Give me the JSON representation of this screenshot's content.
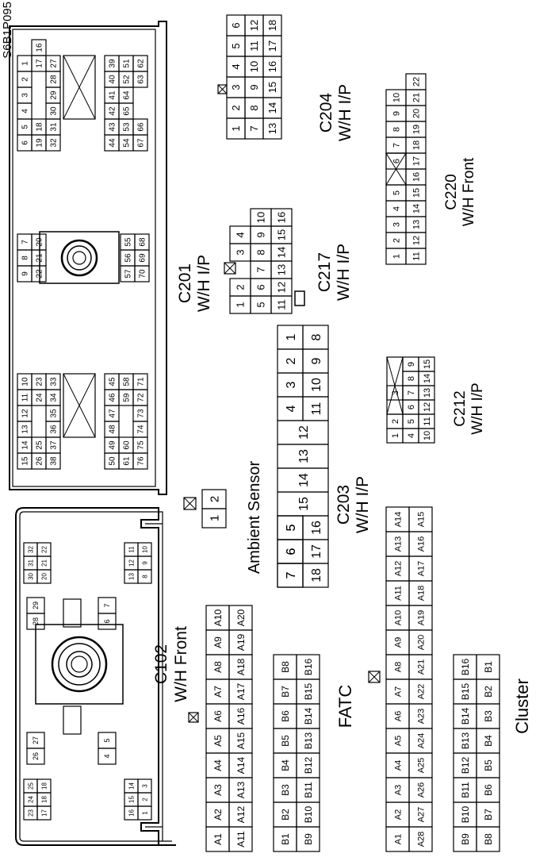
{
  "figure_code": "S6B1P095",
  "connectors": [
    {
      "title": "C102",
      "subtitle": "W/H Front",
      "groups": [
        {
          "rows": [
            [
              "23",
              "24",
              "25"
            ],
            [
              "17",
              "18",
              "18"
            ]
          ]
        },
        {
          "rows": [
            [
              "16",
              "15",
              "14"
            ],
            [
              "1",
              "2",
              "3"
            ]
          ]
        },
        {
          "rows": [
            [
              "26",
              "27"
            ]
          ]
        },
        {
          "rows": [
            [
              "4",
              "5"
            ]
          ]
        },
        {
          "rows": [
            [
              "28",
              "29"
            ]
          ]
        },
        {
          "rows": [
            [
              "6",
              "7"
            ]
          ]
        },
        {
          "rows": [
            [
              "30",
              "31",
              "32"
            ],
            [
              "20",
              "21",
              "22"
            ]
          ]
        },
        {
          "rows": [
            [
              "13",
              "12",
              "11"
            ],
            [
              "8",
              "9",
              "10"
            ]
          ]
        }
      ]
    },
    {
      "title": "C201",
      "subtitle": "W/H I/P",
      "groups": [
        {
          "rows": [
            [
              "15",
              "14",
              "13",
              "12",
              "11",
              "10"
            ],
            [
              "26",
              "25",
              "",
              "",
              "24",
              "23"
            ],
            [
              "38",
              "37",
              "36",
              "35",
              "34",
              "33"
            ]
          ]
        },
        {
          "rows": [
            [
              "9",
              "8",
              "7"
            ],
            [
              "22",
              "21",
              "20"
            ]
          ]
        },
        {
          "rows": [
            [
              "6",
              "5",
              "4",
              "3",
              "2",
              "1"
            ],
            [
              "19",
              "18",
              "",
              "",
              "",
              "17",
              "16"
            ],
            [
              "32",
              "31",
              "30",
              "29",
              "28",
              "27"
            ]
          ]
        },
        {
          "rows": [
            [
              "50",
              "49",
              "48",
              "47",
              "46",
              "45"
            ],
            [
              "61",
              "60",
              "",
              "",
              "59",
              "58"
            ],
            [
              "76",
              "75",
              "74",
              "73",
              "72",
              "71"
            ]
          ]
        },
        {
          "rows": [
            [
              "57",
              "56",
              "55"
            ],
            [
              "70",
              "69",
              "68"
            ]
          ]
        },
        {
          "rows": [
            [
              "44",
              "43",
              "42",
              "41",
              "40",
              "39"
            ],
            [
              "54",
              "53",
              "65",
              "64",
              "52",
              "51"
            ],
            [
              "67",
              "66",
              "",
              "",
              "63",
              "62"
            ]
          ]
        }
      ]
    },
    {
      "title": "C204",
      "subtitle": "W/H I/P",
      "rows": [
        [
          "1",
          "2",
          "3",
          "4",
          "5",
          "6"
        ],
        [
          "7",
          "8",
          "9",
          "10",
          "11",
          "12"
        ],
        [
          "13",
          "14",
          "15",
          "16",
          "17",
          "18"
        ]
      ]
    },
    {
      "title": "C217",
      "subtitle": "W/H I/P",
      "rows": [
        [
          "1",
          "2",
          "",
          "3",
          "4"
        ],
        [
          "5",
          "6",
          "7",
          "8",
          "9",
          "10"
        ],
        [
          "11",
          "12",
          "13",
          "14",
          "15",
          "16"
        ]
      ]
    },
    {
      "title": "C220",
      "subtitle": "W/H Front",
      "rows": [
        [
          "1",
          "2",
          "3",
          "4",
          "5",
          "",
          "6",
          "7",
          "8",
          "9",
          "10"
        ],
        [
          "11",
          "12",
          "13",
          "14",
          "15",
          "16",
          "17",
          "18",
          "19",
          "20",
          "21",
          "22"
        ]
      ]
    },
    {
      "title": "Ambient Sensor",
      "subtitle": "",
      "rows": [
        [
          "1",
          "2"
        ]
      ]
    },
    {
      "title": "C203",
      "subtitle": "W/H I/P",
      "rows": [
        [
          "7",
          "6",
          "5",
          "",
          "15",
          "14",
          "13",
          "12",
          "4",
          "3",
          "2",
          "1"
        ],
        [
          "18",
          "17",
          "16",
          "",
          "",
          "",
          "",
          "",
          "11",
          "10",
          "9",
          "8"
        ]
      ]
    },
    {
      "title": "C212",
      "subtitle": "W/H I/P",
      "rows": [
        [
          "1",
          "2",
          "",
          "3"
        ],
        [
          "4",
          "5",
          "6",
          "7",
          "8",
          "9"
        ],
        [
          "10",
          "11",
          "12",
          "13",
          "14",
          "15"
        ]
      ]
    },
    {
      "title": "FATC",
      "subtitle": "",
      "groups": [
        {
          "rows": [
            [
              "A1",
              "A2",
              "A3",
              "A4",
              "A5",
              "A6",
              "A7",
              "A8",
              "A9",
              "A10"
            ],
            [
              "A11",
              "A12",
              "A13",
              "A14",
              "A15",
              "A16",
              "A17",
              "A18",
              "A19",
              "A20"
            ]
          ]
        },
        {
          "rows": [
            [
              "B1",
              "B2",
              "B3",
              "B4",
              "B5",
              "B6",
              "B7",
              "B8"
            ],
            [
              "B9",
              "B10",
              "B11",
              "B12",
              "B13",
              "B14",
              "B15",
              "B16"
            ]
          ]
        }
      ]
    },
    {
      "title": "Cluster",
      "subtitle": "",
      "groups": [
        {
          "rows": [
            [
              "A1",
              "A2",
              "A3",
              "A4",
              "A5",
              "A6",
              "A7",
              "A8",
              "A9",
              "A10",
              "A11",
              "A12",
              "A13",
              "A14"
            ],
            [
              "A28",
              "A27",
              "A26",
              "A25",
              "A24",
              "A23",
              "A22",
              "A21",
              "A20",
              "A19",
              "A18",
              "A17",
              "A16",
              "A15"
            ]
          ]
        },
        {
          "rows": [
            [
              "B9",
              "B10",
              "B11",
              "B12",
              "B13",
              "B14",
              "B15",
              "B16"
            ],
            [
              "B8",
              "B7",
              "B6",
              "B5",
              "B4",
              "B3",
              "B2",
              "B1"
            ]
          ]
        }
      ]
    }
  ]
}
